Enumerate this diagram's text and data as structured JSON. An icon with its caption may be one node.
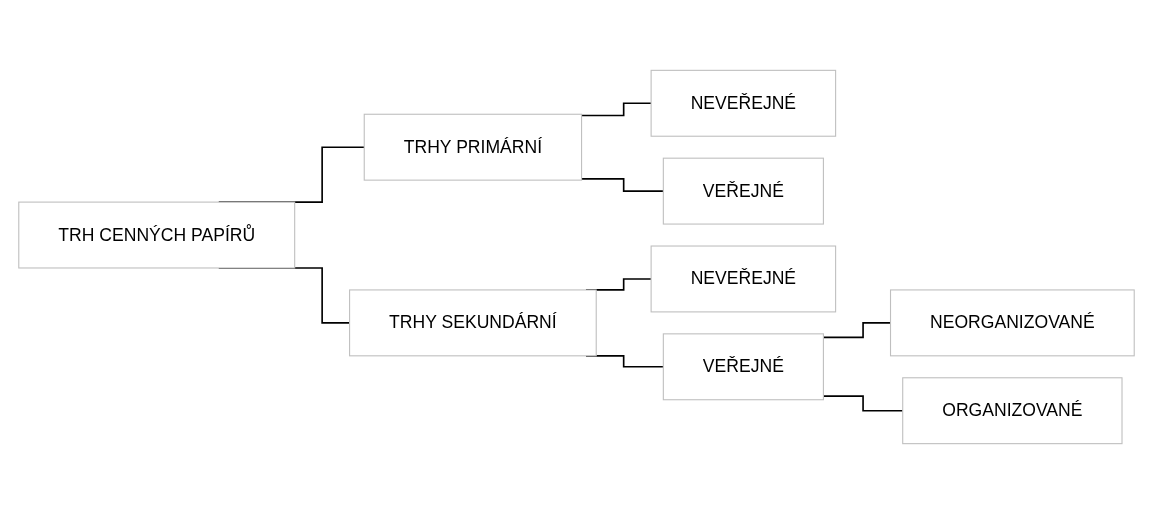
{
  "diagram": {
    "nodes": [
      {
        "text": [
          "TRH CENNÝCH PAPÍRŮ"
        ]
      },
      {
        "text": [
          "TRHY PRIMÁRNÍ"
        ]
      },
      {
        "text": [
          "NEVEŘEJNÉ"
        ]
      },
      {
        "text": [
          "VEŘEJNÉ"
        ]
      },
      {
        "text": [
          "TRHY SEKUNDÁRNÍ"
        ]
      },
      {
        "text": [
          "NEVEŘEJNÉ"
        ]
      },
      {
        "text": [
          "VEŘEJNÉ"
        ]
      },
      {
        "text": [
          "NEORGANIZOVANÉ"
        ]
      },
      {
        "text": [
          "ORGANIZOVANÉ"
        ]
      }
    ],
    "edges": [
      {
        "from": 0,
        "to": 1,
        "arrow": "none"
      },
      {
        "from": 0,
        "to": 4,
        "arrow": "none"
      },
      {
        "from": 1,
        "to": 2,
        "arrow": "none"
      },
      {
        "from": 1,
        "to": 3,
        "arrow": "none"
      },
      {
        "from": 4,
        "to": 5,
        "arrow": "none"
      },
      {
        "from": 4,
        "to": 6,
        "arrow": "none"
      },
      {
        "from": 6,
        "to": 7,
        "arrow": "none"
      },
      {
        "from": 6,
        "to": 8,
        "arrow": "none"
      }
    ]
  }
}
